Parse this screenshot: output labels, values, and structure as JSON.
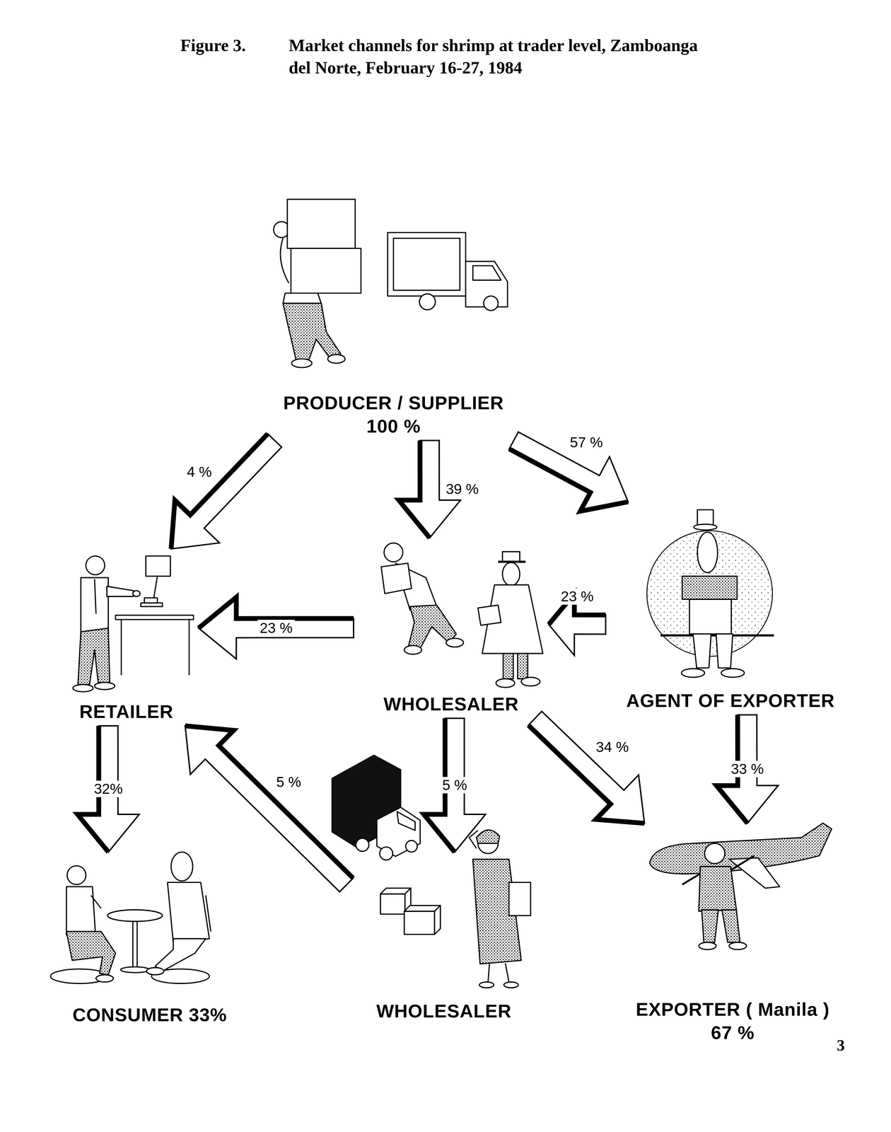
{
  "diagram": {
    "title": "Market channels for shrimp at trader level, Zamboanga del Norte, February 16-27, 1984",
    "nodes": [
      {
        "text": [
          "PRODUCER / SUPPLIER",
          "100 %"
        ]
      },
      {
        "text": [
          "RETAILER"
        ]
      },
      {
        "text": [
          "WHOLESALER"
        ]
      },
      {
        "text": [
          "AGENT OF EXPORTER"
        ]
      },
      {
        "text": [
          "CONSUMER 33%"
        ]
      },
      {
        "text": [
          "WHOLESALER"
        ]
      },
      {
        "text": [
          "EXPORTER ( Manila )",
          "67 %"
        ]
      }
    ],
    "edges": [
      {
        "from": 0,
        "to": 1,
        "label": "4 %",
        "arrow": "to"
      },
      {
        "from": 0,
        "to": 2,
        "label": "39 %",
        "arrow": "to"
      },
      {
        "from": 0,
        "to": 3,
        "label": "57 %",
        "arrow": "to"
      },
      {
        "from": 2,
        "to": 1,
        "label": "23 %",
        "arrow": "to"
      },
      {
        "from": 3,
        "to": 2,
        "label": "23 %",
        "arrow": "to"
      },
      {
        "from": 1,
        "to": 4,
        "label": "32%",
        "arrow": "to"
      },
      {
        "from": 2,
        "to": 5,
        "label": "5 %",
        "arrow": "to"
      },
      {
        "from": 5,
        "to": 1,
        "label": "5 %",
        "arrow": "to"
      },
      {
        "from": 2,
        "to": 6,
        "label": "34 %",
        "arrow": "to"
      },
      {
        "from": 3,
        "to": 6,
        "label": "33 %",
        "arrow": "to"
      }
    ],
    "labels": [
      "Figure 3.",
      "3"
    ]
  }
}
